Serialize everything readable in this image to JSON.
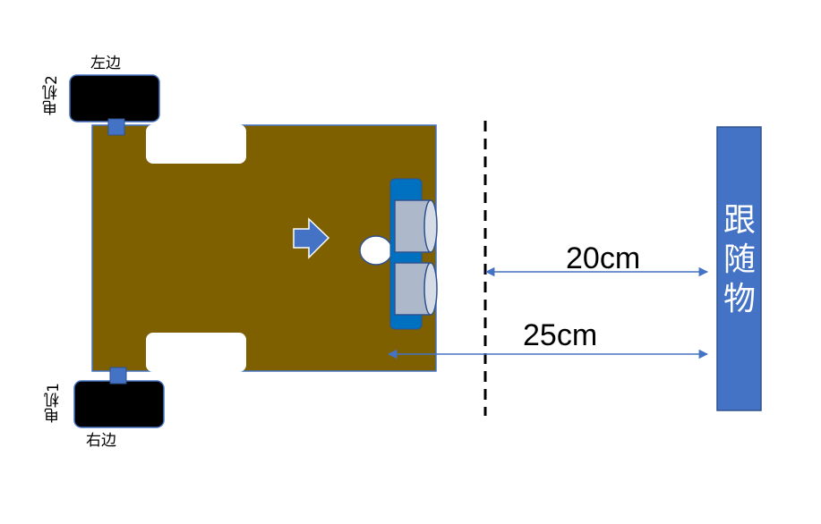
{
  "labels": {
    "left_side": "左边",
    "right_side": "右边",
    "motor2": "电机2",
    "motor1": "电机1",
    "dist_near": "20cm",
    "dist_far": "25cm",
    "target": "跟随物"
  },
  "colors": {
    "chassis": "#7f6000",
    "chassis_border": "#4472c4",
    "wheel": "#000000",
    "axle": "#4472c4",
    "sensor_board": "#0070c0",
    "sensor_cylinder": "#adb9ca",
    "target": "#4472c4",
    "arrow": "#4472c4",
    "dimension_line": "#4472c4"
  },
  "icons": {
    "direction": "right-arrow-icon"
  }
}
